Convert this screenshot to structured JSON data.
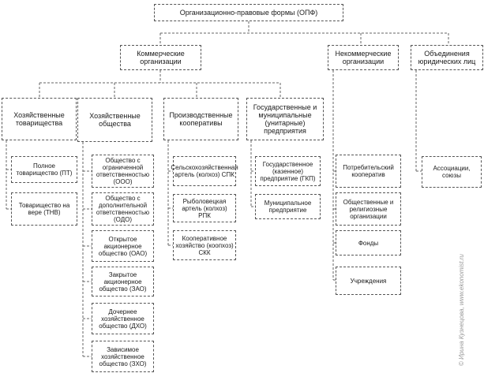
{
  "root": "Организационно-правовые формы (ОПФ)",
  "level1": {
    "commercial": "Коммерческие организации",
    "noncommercial": "Некоммерческие организации",
    "unions": "Объединения юридических лиц"
  },
  "commercial": {
    "partnerships": {
      "title": "Хозяйственные товарищества",
      "items": [
        "Полное товарищество (ПТ)",
        "Товарищество на вере (ТНВ)"
      ]
    },
    "societies": {
      "title": "Хозяйственные общества",
      "items": [
        "Общество с ограниченной ответственностью (ООО)",
        "Общество с дополнительной ответственностью (ОДО)",
        "Открытое акционерное общество (ОАО)",
        "Закрытое акционерное общество (ЗАО)",
        "Дочернее хозяйственное общество (ДХО)",
        "Зависимое хозяйственное общество (ЗХО)"
      ]
    },
    "cooperatives": {
      "title": "Производственные кооперативы",
      "items": [
        "Сельскохозяйственная артель (колхоз) СПК",
        "Рыболовецкая артель (колхоз) РПК",
        "Кооперативное хозяйство (коопхоз) СКК"
      ]
    },
    "unitary": {
      "title": "Государственные и муниципальные (унитарные) предприятия",
      "items": [
        "Государственное (казенное) предприятие (ГКП)",
        "Муниципальное предприятие"
      ]
    }
  },
  "noncommercial": [
    "Потребительский кооператив",
    "Общественные и религиозные организации",
    "Фонды",
    "Учреждения"
  ],
  "unions": [
    "Ассоциации, союзы"
  ],
  "watermark": "© Ирина Кузнецова, www.ekonomist.ru"
}
